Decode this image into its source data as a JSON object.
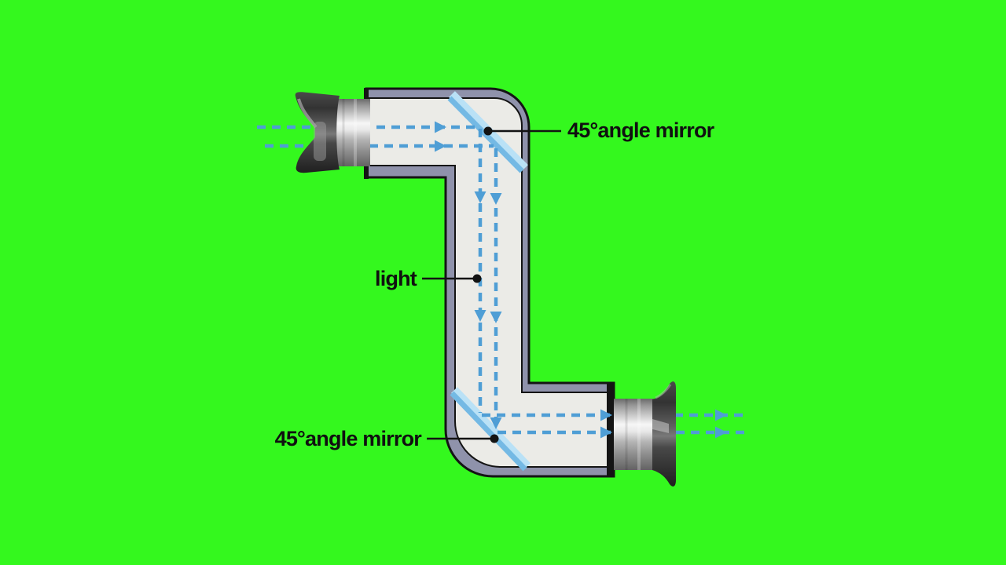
{
  "colors": {
    "background": "#34F81E",
    "tube_border": "#8F92AB",
    "tube_interior": "#EBEBE7",
    "tube_outline": "#141414",
    "mirror_blue": "#74B9E4",
    "mirror_highlight": "#B9E1F6",
    "light_ray_blue": "#4F9ED5",
    "leader_line": "#131313",
    "label_text": "#101010",
    "eyecup_dark": "#333333",
    "metal_light": "#F6F6F6"
  },
  "labels": {
    "top_mirror": "45°angle mirror",
    "light": "light",
    "bottom_mirror": "45°angle mirror"
  },
  "components": {
    "tube": "z-shaped-periscope-tube",
    "top_mirror": "upper-45-degree-mirror",
    "bottom_mirror": "lower-45-degree-mirror",
    "eyepiece_top_left": "top-left-eyepiece-with-eyecup",
    "eyepiece_bottom_right": "bottom-right-eyepiece-with-eyecup",
    "light_rays": "two-dashed-light-rays-in-top-left-down-and-out-bottom-right"
  }
}
